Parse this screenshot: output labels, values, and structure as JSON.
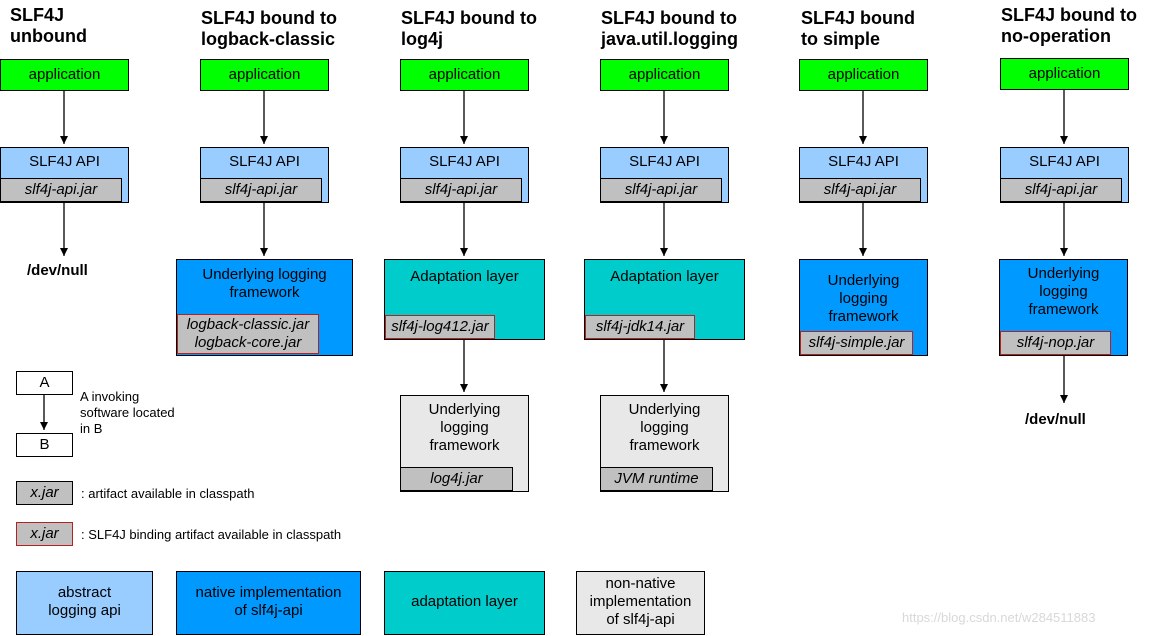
{
  "columns": [
    {
      "title": "SLF4J\nunbound",
      "app": "application",
      "api": "SLF4J API",
      "api_jar": "slf4j-api.jar",
      "dev_null": "/dev/null"
    },
    {
      "title": "SLF4J bound to\nlogback-classic",
      "app": "application",
      "api": "SLF4J API",
      "api_jar": "slf4j-api.jar",
      "framework": "Underlying logging\nframework",
      "binding_jar": "logback-classic.jar\nlogback-core.jar"
    },
    {
      "title": "SLF4J bound to\nlog4j",
      "app": "application",
      "api": "SLF4J API",
      "api_jar": "slf4j-api.jar",
      "adaptation": "Adaptation layer",
      "binding_jar": "slf4j-log412.jar",
      "framework": "Underlying\nlogging\nframework",
      "framework_jar": "log4j.jar"
    },
    {
      "title": "SLF4J bound to\njava.util.logging",
      "app": "application",
      "api": "SLF4J API",
      "api_jar": "slf4j-api.jar",
      "adaptation": "Adaptation layer",
      "binding_jar": "slf4j-jdk14.jar",
      "framework": "Underlying\nlogging\nframework",
      "framework_jar": "JVM runtime"
    },
    {
      "title": "SLF4J bound\nto simple",
      "app": "application",
      "api": "SLF4J API",
      "api_jar": "slf4j-api.jar",
      "framework": "Underlying\nlogging\nframework",
      "binding_jar": "slf4j-simple.jar"
    },
    {
      "title": "SLF4J bound to\nno-operation",
      "app": "application",
      "api": "SLF4J API",
      "api_jar": "slf4j-api.jar",
      "framework": "Underlying\nlogging\nframework",
      "binding_jar": "slf4j-nop.jar",
      "dev_null": "/dev/null"
    }
  ],
  "legend": {
    "box_a": "A",
    "box_b": "B",
    "invoke_text": "A invoking\nsoftware located\nin B",
    "jar_sample": "x.jar",
    "jar_text": ": artifact available in classpath",
    "binding_sample": "x.jar",
    "binding_text": ": SLF4J binding artifact available in classpath",
    "abstract_api": "abstract\nlogging api",
    "native_impl": "native implementation\nof slf4j-api",
    "adaptation": "adaptation layer",
    "non_native": "non-native\nimplementation\nof slf4j-api"
  },
  "watermark": "https://blog.csdn.net/w284511883",
  "colors": {
    "application": "#00ff00",
    "abstract_api": "#99ccff",
    "native": "#0099ff",
    "adaptation": "#00cccc",
    "non_native": "#e8e8e8",
    "jar": "#c0c0c0",
    "binding_border": "#b22222"
  }
}
